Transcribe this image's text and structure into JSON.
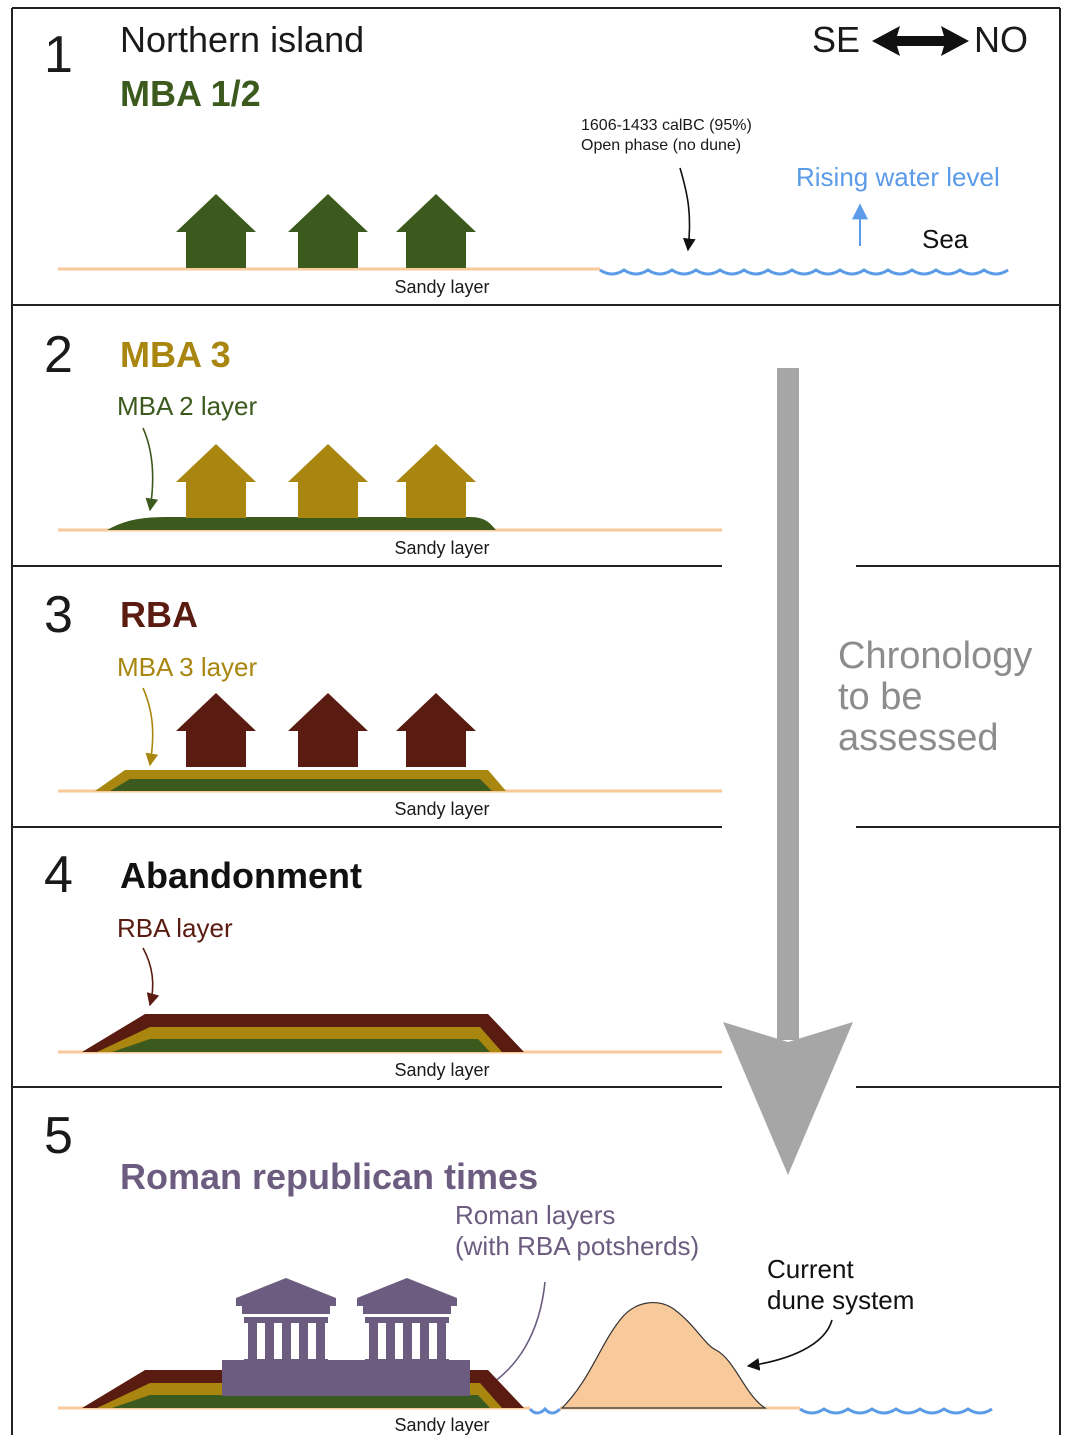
{
  "colors": {
    "mba12": "#3d5a1e",
    "mba3": "#a8860f",
    "rba": "#5a1c10",
    "abandonment": "#111111",
    "roman": "#6c5d80",
    "sand": "#f8c99a",
    "sea": "#5b9be8",
    "grey_arrow": "#a6a6a6",
    "chronology_text": "#8c8c8c"
  },
  "direction": {
    "left": "SE",
    "right": "NO"
  },
  "panels": [
    {
      "number": "1",
      "subtitle": "Northern island",
      "phase": "MBA 1/2",
      "sandy": "Sandy layer",
      "date": "1606-1433 calBC (95%)",
      "note": "Open phase (no dune)",
      "water": "Rising water level",
      "sea": "Sea"
    },
    {
      "number": "2",
      "phase": "MBA 3",
      "layer": "MBA 2 layer",
      "sandy": "Sandy layer"
    },
    {
      "number": "3",
      "phase": "RBA",
      "layer": "MBA 3 layer",
      "sandy": "Sandy layer"
    },
    {
      "number": "4",
      "phase": "Abandonment",
      "layer": "RBA layer",
      "sandy": "Sandy layer"
    },
    {
      "number": "5",
      "phase": "Roman republican times",
      "roman_layers_1": "Roman layers",
      "roman_layers_2": "(with RBA potsherds)",
      "dune_1": "Current",
      "dune_2": "dune system",
      "sandy": "Sandy layer"
    }
  ],
  "chronology": {
    "line1": "Chronology",
    "line2": "to be",
    "line3": "assessed"
  },
  "icons": [
    "house-icon",
    "temple-icon",
    "double-arrow-icon",
    "wave-icon"
  ]
}
